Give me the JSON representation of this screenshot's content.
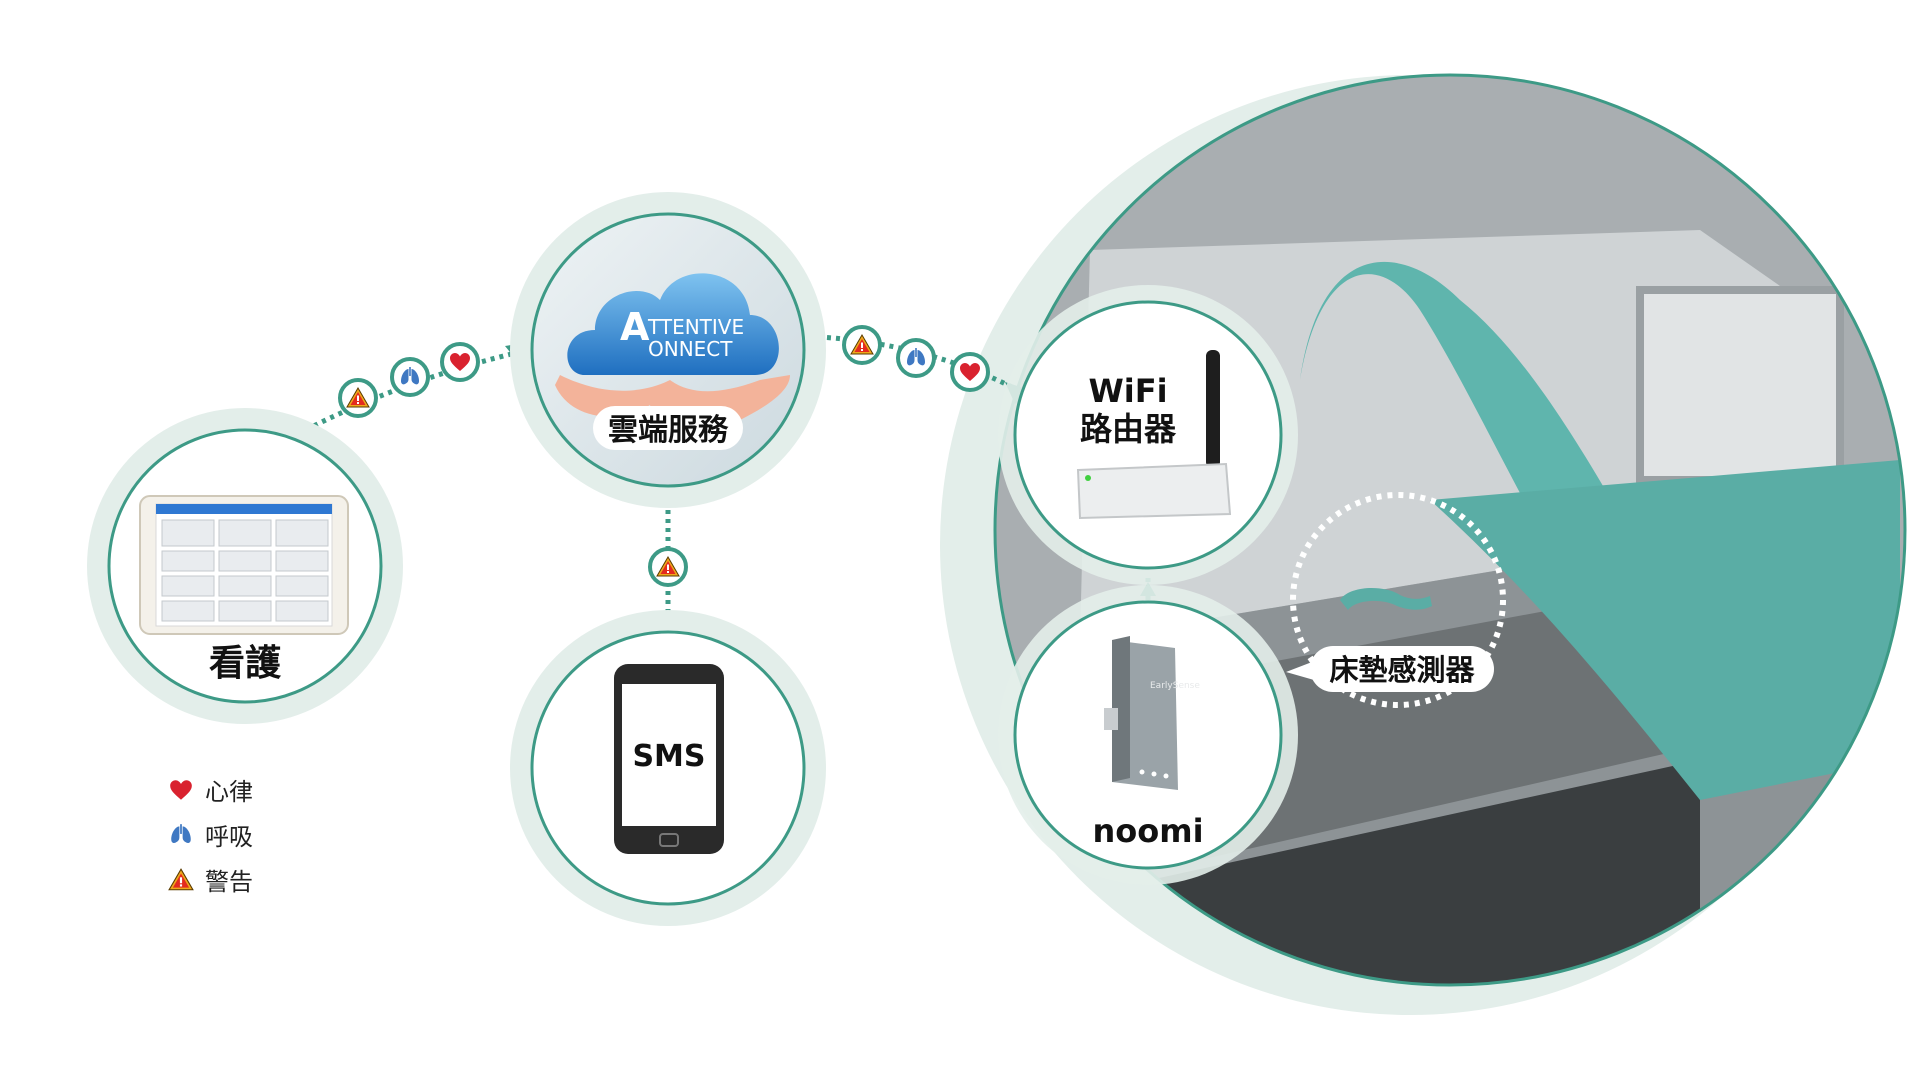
{
  "colors": {
    "teal": "#3d9a86",
    "halo": "#e3eeea",
    "heart": "#d9222f",
    "lung": "#3f78c2",
    "warning": "#f0a81c",
    "bed_teal": "#5fb5ad"
  },
  "nodes": {
    "nursing": {
      "label": "看護"
    },
    "cloud": {
      "brand_line1": "TTENTIVE",
      "brand_line2": "ONNECT",
      "label": "雲端服務"
    },
    "sms": {
      "label": "SMS"
    },
    "wifi": {
      "label_line1": "WiFi",
      "label_line2": "路由器"
    },
    "noomi": {
      "label": "noomi",
      "device_text": "EarlySense"
    },
    "sensor": {
      "label": "床墊感測器"
    }
  },
  "links": {
    "nursing_cloud": [
      "warning-icon",
      "lung-icon",
      "heart-icon"
    ],
    "cloud_wifi": [
      "warning-icon",
      "lung-icon",
      "heart-icon"
    ],
    "cloud_sms": [
      "warning-icon"
    ]
  },
  "legend": [
    {
      "icon": "heart-icon",
      "label": "心律"
    },
    {
      "icon": "lung-icon",
      "label": "呼吸"
    },
    {
      "icon": "warning-icon",
      "label": "警告"
    }
  ]
}
